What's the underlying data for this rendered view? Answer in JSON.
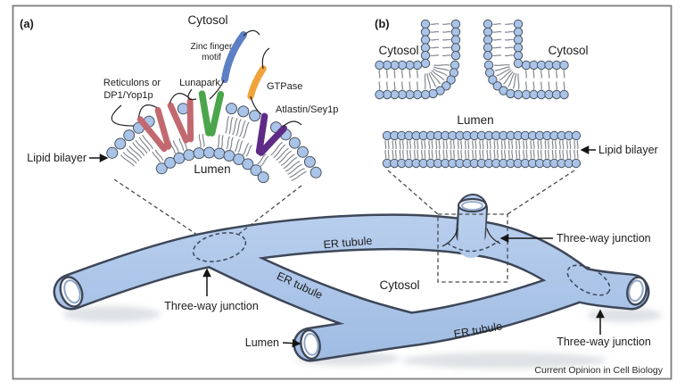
{
  "panel_a": {
    "tag": "(a)",
    "cytosol": "Cytosol",
    "lumen": "Lumen",
    "lipid_bilayer": "Lipid bilayer",
    "zinc_finger_line1": "Zinc finger",
    "zinc_finger_line2": "motif",
    "lunapark": "Lunapark",
    "gtpase": "GTPase",
    "reticulons_line1": "Reticulons or",
    "reticulons_line2": "DP1/Yop1p",
    "atlastin": "Atlastin/Sey1p"
  },
  "panel_b": {
    "tag": "(b)",
    "cytosol_left": "Cytosol",
    "cytosol_right": "Cytosol",
    "lumen": "Lumen",
    "lipid_bilayer": "Lipid bilayer"
  },
  "network": {
    "er_tubule_top": "ER tubule",
    "er_tubule_middle": "ER tubule",
    "er_tubule_bottom": "ER tubule",
    "cytosol": "Cytosol",
    "lumen": "Lumen",
    "three_way_left": "Three-way junction",
    "three_way_top": "Three-way junction",
    "three_way_right": "Three-way junction"
  },
  "credit": "Current Opinion in Cell Biology",
  "colors": {
    "tubule_fill_top": "#b9cfee",
    "tubule_fill_bottom": "#9fbbe2",
    "tubule_outline": "#3d4758",
    "opening_rim": "#8fa6c8",
    "lipid_head": "#a9c4e8",
    "lipid_head_outline": "#4a5360",
    "lipid_tail": "#83878e",
    "reticulons": "#c2696f",
    "lunapark": "#4ba54b",
    "zinc_finger": "#5c7fc5",
    "gtpase": "#f0a23c",
    "atlastin": "#5f2b87",
    "frame": "#7d7d7d",
    "shadow": "#c4c9d0"
  }
}
